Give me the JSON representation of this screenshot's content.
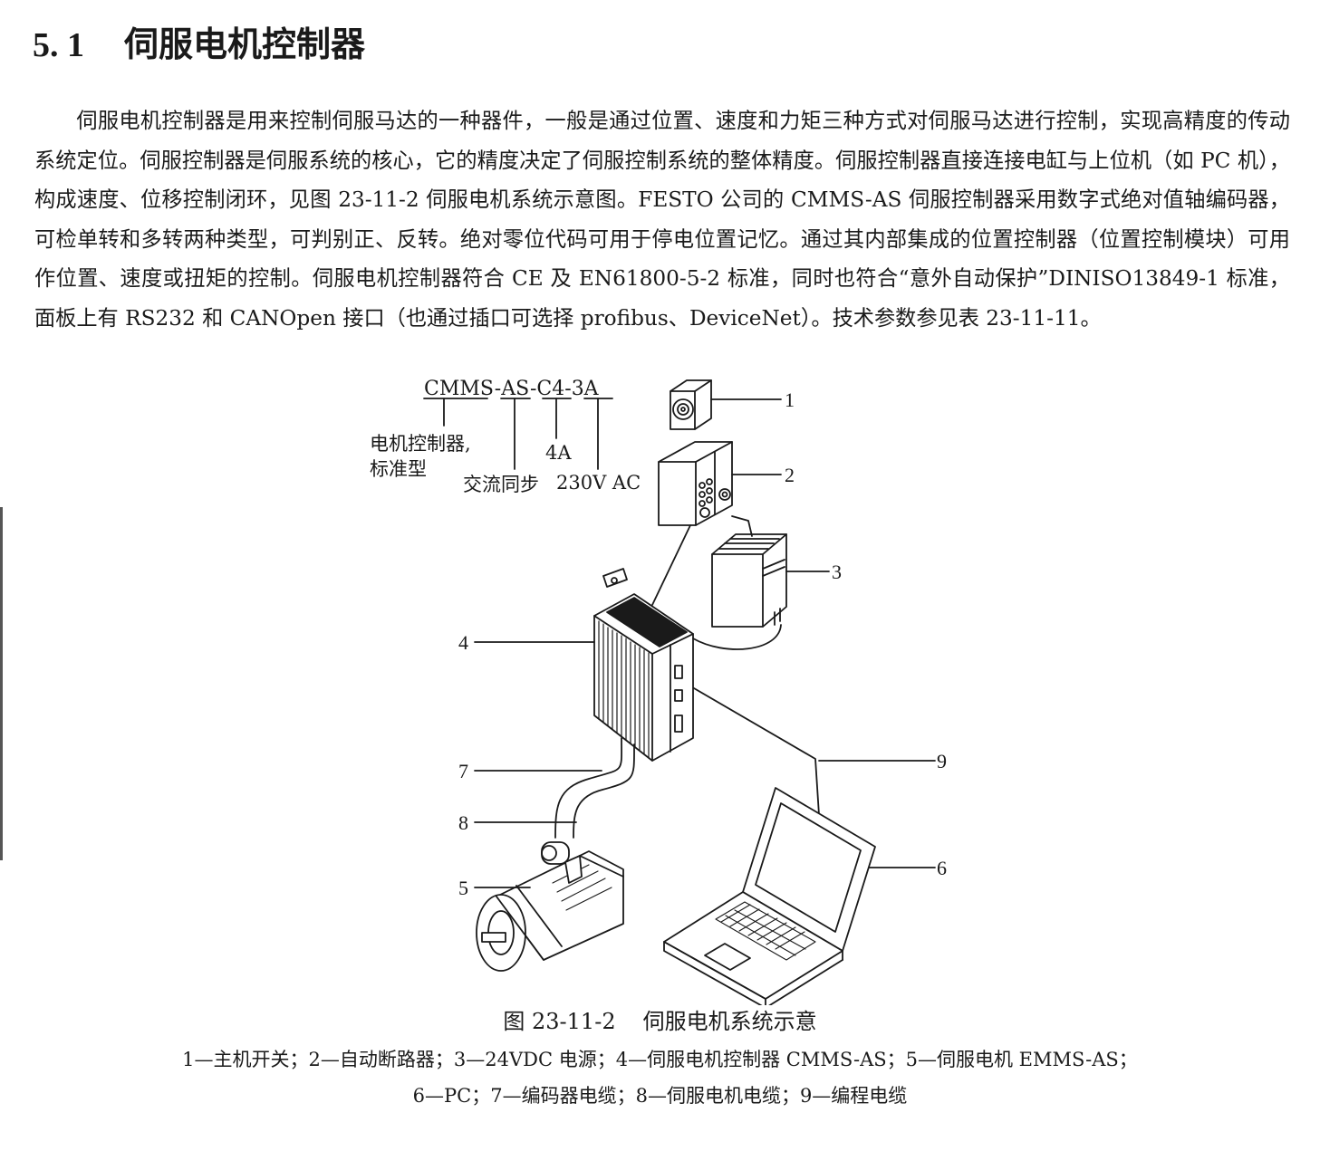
{
  "section": {
    "number": "5. 1",
    "title": "伺服电机控制器"
  },
  "paragraph": "伺服电机控制器是用来控制伺服马达的一种器件，一般是通过位置、速度和力矩三种方式对伺服马达进行控制，实现高精度的传动系统定位。伺服控制器是伺服系统的核心，它的精度决定了伺服控制系统的整体精度。伺服控制器直接连接电缸与上位机（如 PC 机），构成速度、位移控制闭环，见图 23-11-2 伺服电机系统示意图。FESTO 公司的 CMMS-AS 伺服控制器采用数字式绝对值轴编码器，可检单转和多转两种类型，可判别正、反转。绝对零位代码可用于停电位置记忆。通过其内部集成的位置控制器（位置控制模块）可用作位置、速度或扭矩的控制。伺服电机控制器符合 CE 及 EN61800-5-2 标准，同时也符合“意外自动保护”DINISO13849-1 标准，面板上有 RS232 和 CANOpen 接口（也通过插口可选择 profibus、DeviceNet）。技术参数参见表 23-11-11。",
  "figure": {
    "model_code": {
      "parts": [
        "CMMS",
        "AS",
        "C4",
        "3A"
      ],
      "separator": "-",
      "meanings": {
        "cmms_line1": "电机控制器,",
        "cmms_line2": "标准型",
        "as": "交流同步",
        "c4": "4A",
        "a3": "230V AC"
      }
    },
    "callouts": [
      "1",
      "2",
      "3",
      "4",
      "5",
      "6",
      "7",
      "8",
      "9"
    ],
    "caption_number": "图 23-11-2",
    "caption_title": "伺服电机系统示意",
    "legend_line1": "1—主机开关；2—自动断路器；3—24VDC 电源；4—伺服电机控制器 CMMS-AS；5—伺服电机 EMMS-AS；",
    "legend_line2": "6—PC；7—编码器电缆；8—伺服电机电缆；9—编程电缆"
  }
}
